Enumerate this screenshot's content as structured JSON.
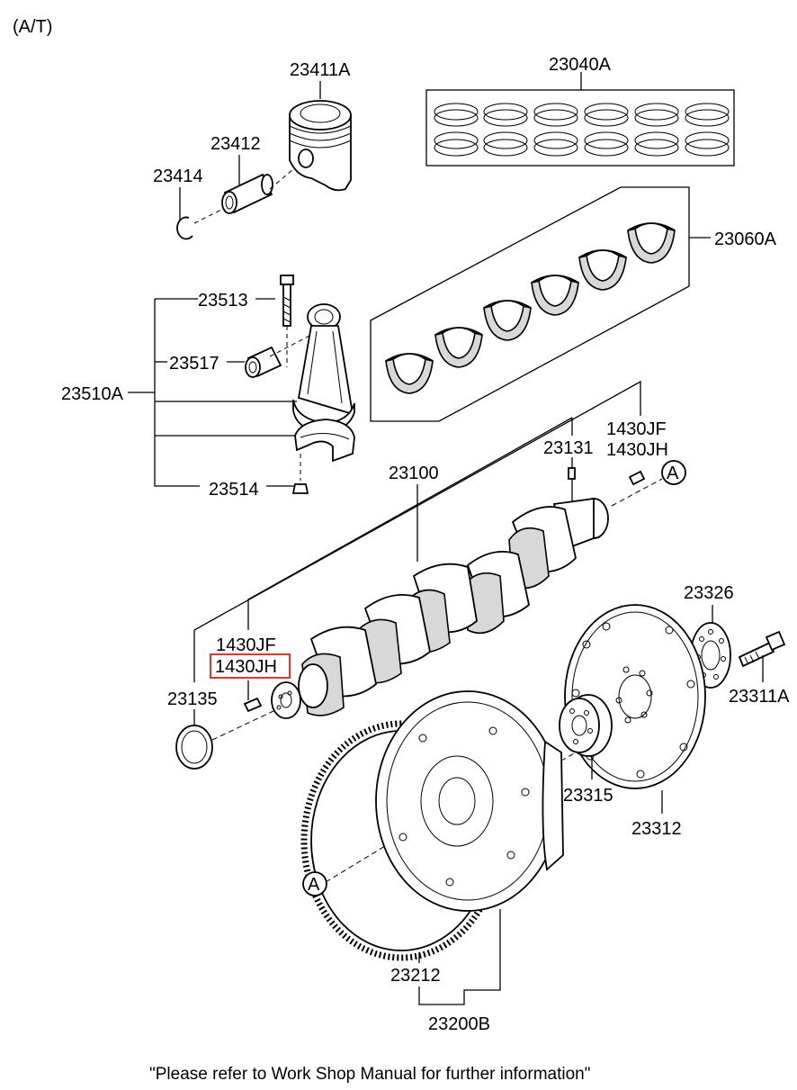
{
  "header": {
    "variant": "(A/T)"
  },
  "footer": {
    "note": "\"Please refer to Work Shop Manual for further information\""
  },
  "highlight_color": "#e8322e",
  "labels": {
    "piston": "23411A",
    "piston_pin": "23412",
    "snap_ring": "23414",
    "ring_set": "23040A",
    "main_bearing_set": "23060A",
    "conrod_bolt": "23513",
    "conrod_bushing": "23517",
    "conrod_assy": "23510A",
    "conrod_nut": "23514",
    "bearing_front_1": "1430JF",
    "bearing_front_2": "1430JH",
    "pin_23131": "23131",
    "crankshaft": "23100",
    "adapter_plate": "23326",
    "bearing_rear_1": "1430JF",
    "bearing_rear_2": "1430JH",
    "oil_seal": "23135",
    "flywheel_bolt": "23311A",
    "ring_gear_adapter": "23315",
    "drive_plate": "23312",
    "ring_gear": "23212",
    "flywheel_assy": "23200B",
    "ref_a_top": "A",
    "ref_a_bottom": "A"
  }
}
